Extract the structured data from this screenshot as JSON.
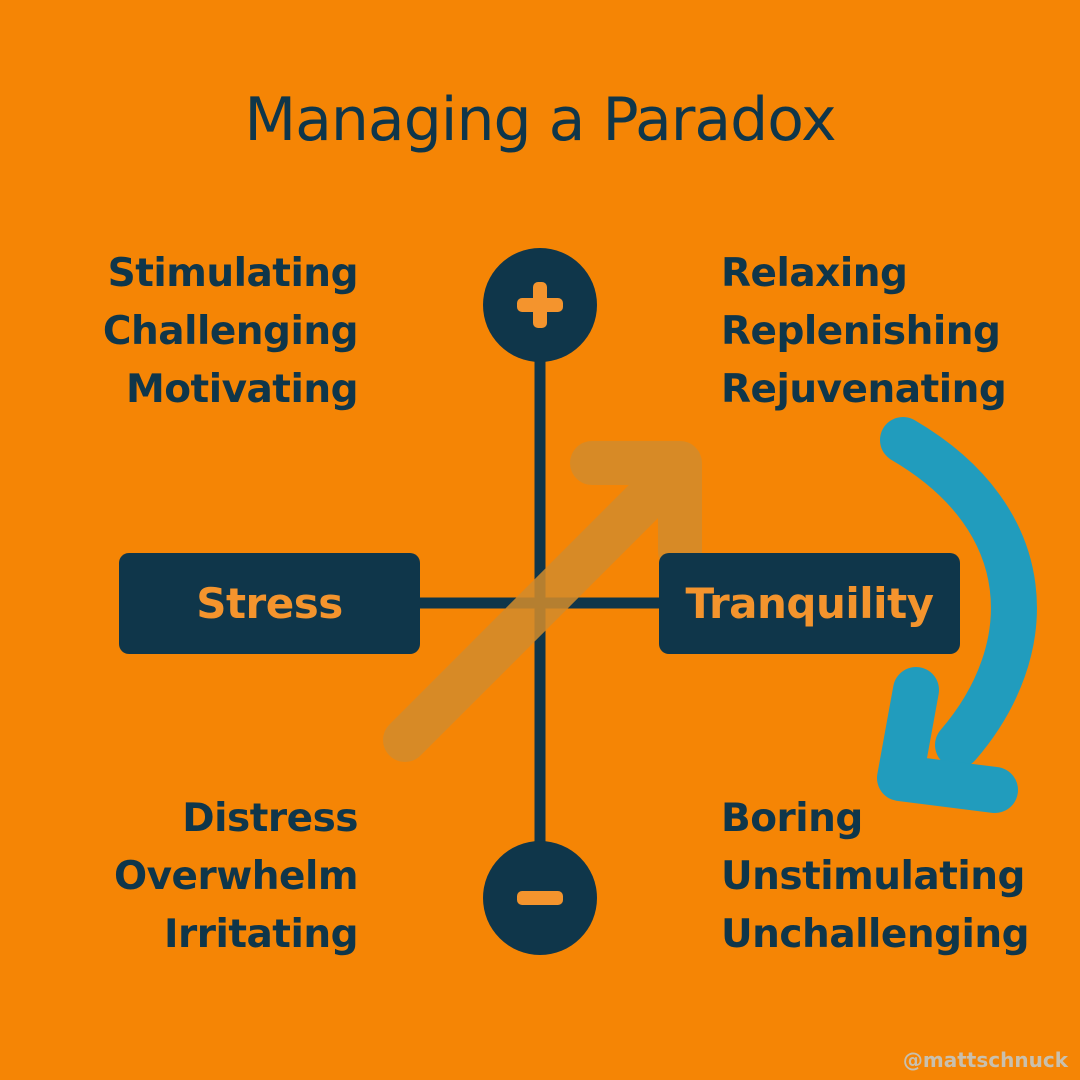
{
  "title": "Managing a Paradox",
  "quadrants": {
    "top_left": [
      "Stimulating",
      "Challenging",
      "Motivating"
    ],
    "top_right": [
      "Relaxing",
      "Replenishing",
      "Rejuvenating"
    ],
    "bottom_left": [
      "Distress",
      "Overwhelm",
      "Irritating"
    ],
    "bottom_right": [
      "Boring",
      "Unstimulating",
      "Unchallenging"
    ]
  },
  "axis": {
    "left_label": "Stress",
    "right_label": "Tranquility",
    "top_symbol": "+",
    "bottom_symbol": "−"
  },
  "arrows": {
    "diagonal": {
      "direction": "up-right",
      "color": "#d28c2c"
    },
    "curved": {
      "direction": "clockwise-down",
      "color": "#219cbd"
    }
  },
  "colors": {
    "background": "#f58505",
    "navy": "#0f364a",
    "label_text": "#f4942d"
  },
  "credit": "@mattschnuck"
}
